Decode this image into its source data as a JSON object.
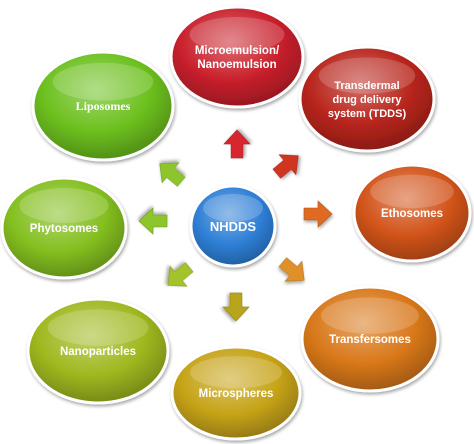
{
  "center": {
    "label": "NHDDS",
    "color": "#2e7fd6"
  },
  "nodes": [
    {
      "id": "microemulsion",
      "lines": [
        "Microemulsion/",
        "Nanoemulsion"
      ],
      "color": "#c9202c"
    },
    {
      "id": "tdds",
      "lines": [
        "Transdermal",
        "drug delivery",
        "system (TDDS)"
      ],
      "color": "#b8251c"
    },
    {
      "id": "ethosomes",
      "lines": [
        "Ethosomes"
      ],
      "color": "#d2541a"
    },
    {
      "id": "transfersomes",
      "lines": [
        "Transfersomes"
      ],
      "color": "#d9781a"
    },
    {
      "id": "microspheres",
      "lines": [
        "Microspheres"
      ],
      "color": "#c6a317"
    },
    {
      "id": "nanoparticles",
      "lines": [
        "Nanoparticles"
      ],
      "color": "#9fb81f"
    },
    {
      "id": "phytosomes",
      "lines": [
        "Phytosomes"
      ],
      "color": "#84bf20"
    },
    {
      "id": "liposomes",
      "lines": [
        "Liposomes"
      ],
      "color": "#6cc01e"
    }
  ],
  "arrow_colors": {
    "microemulsion": "#d8282e",
    "tdds": "#d03421",
    "ethosomes": "#e06a22",
    "transfersomes": "#e0902a",
    "microspheres": "#b9a51c",
    "nanoparticles": "#a4c22a",
    "phytosomes": "#8cc62b",
    "liposomes": "#8cc62b"
  }
}
